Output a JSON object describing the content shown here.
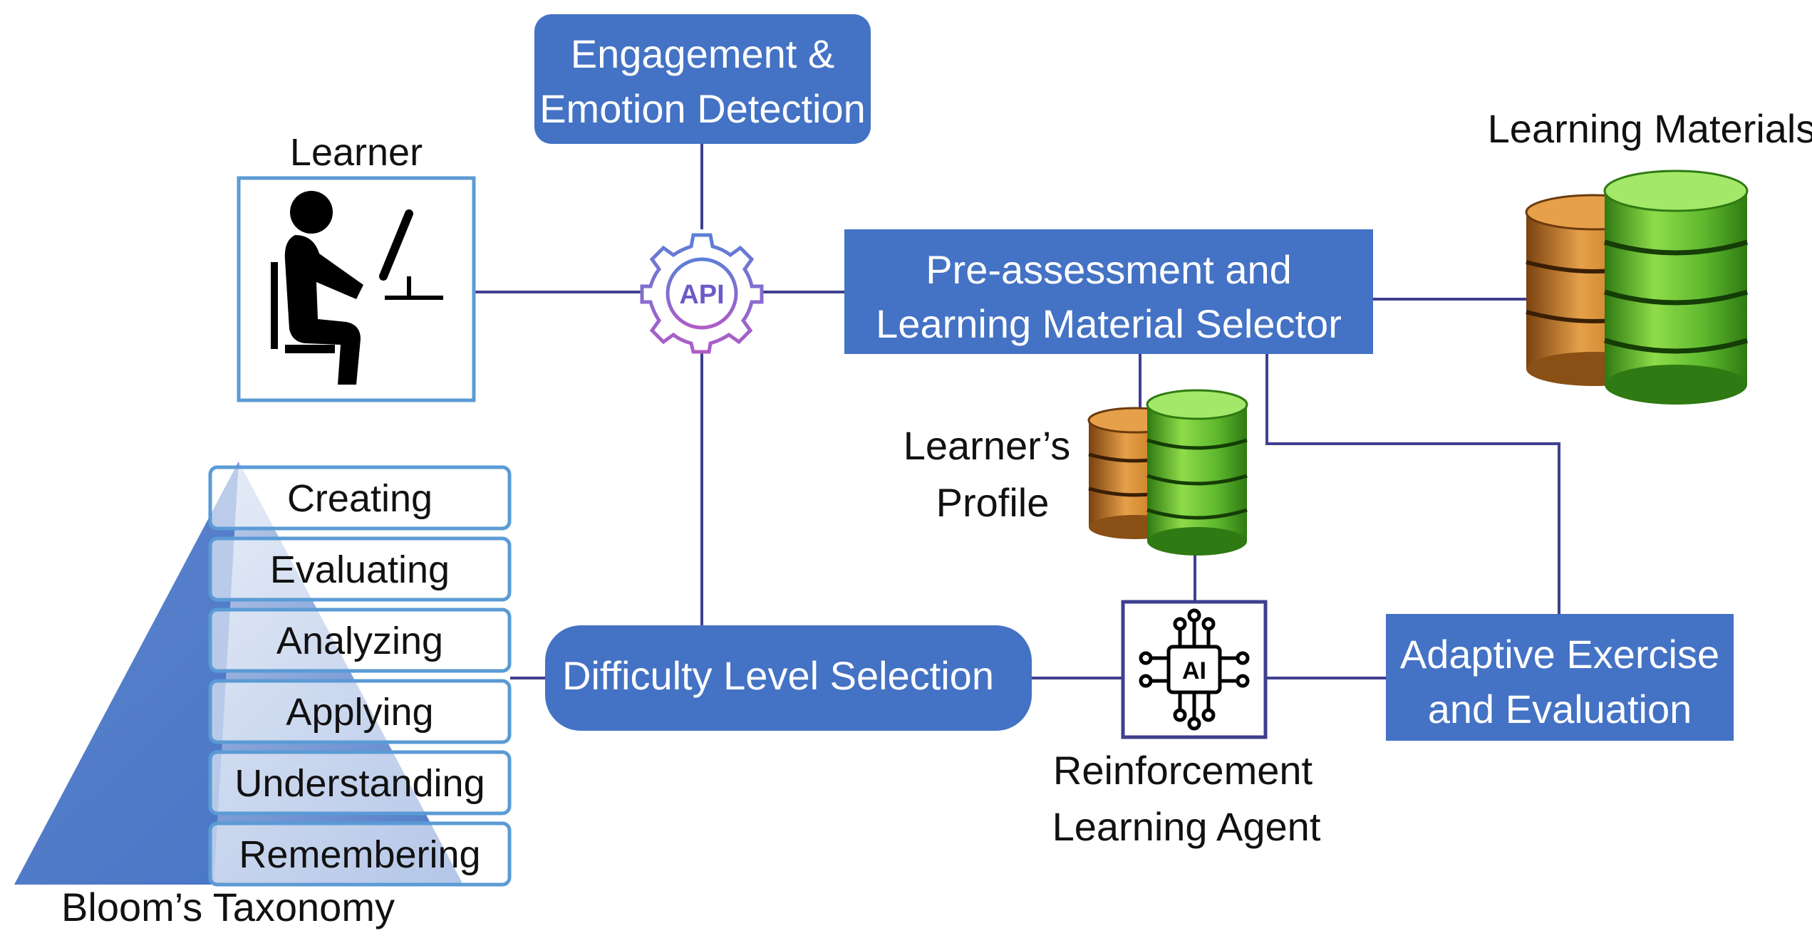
{
  "diagram": {
    "learner": {
      "label": "Learner"
    },
    "engagement": {
      "line1": "Engagement &",
      "line2": "Emotion Detection"
    },
    "api": {
      "label": "API"
    },
    "selector": {
      "line1": "Pre-assessment and",
      "line2": "Learning Material Selector"
    },
    "materials": {
      "label": "Learning Materials"
    },
    "profile": {
      "line1": "Learner’s",
      "line2": "Profile"
    },
    "difficulty": {
      "label": "Difficulty Level Selection"
    },
    "agent": {
      "icon_text": "AI",
      "line1": "Reinforcement",
      "line2": "Learning Agent"
    },
    "adaptive": {
      "line1": "Adaptive Exercise",
      "line2": "and Evaluation"
    },
    "bloom": {
      "title": "Bloom’s Taxonomy",
      "levels": [
        "Creating",
        "Evaluating",
        "Analyzing",
        "Applying",
        "Understanding",
        "Remembering"
      ]
    }
  },
  "colors": {
    "box_fill": "#4472C4",
    "connector": "#3F3F8F",
    "box_border": "#5B9BD5",
    "pyramid": "#4472C4",
    "api_gear": "#8A5CC6",
    "db_green": "#5DB82E",
    "db_orange": "#C67C23"
  },
  "icons": [
    "person-at-computer-icon",
    "api-gear-icon",
    "ai-chip-icon",
    "database-icon"
  ]
}
